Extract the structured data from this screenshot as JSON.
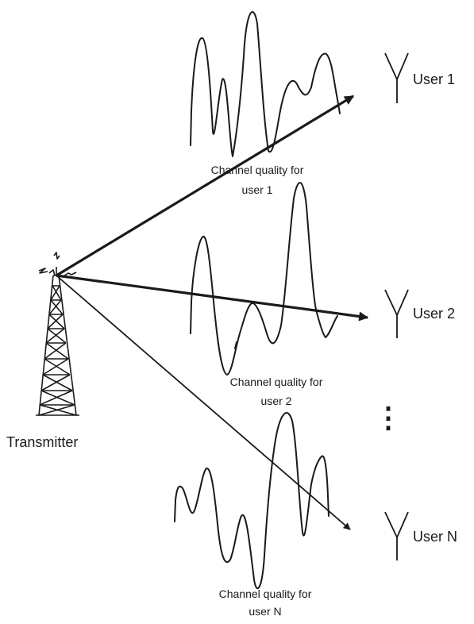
{
  "transmitter": {
    "label": "Transmitter"
  },
  "users": [
    {
      "label": "User 1",
      "caption_line1": "Channel quality for",
      "caption_line2": "user 1"
    },
    {
      "label": "User 2",
      "caption_line1": "Channel quality for",
      "caption_line2": "user 2"
    },
    {
      "label": "User N",
      "caption_line1": "Channel quality for",
      "caption_line2": "user N"
    }
  ],
  "ellipsis": "⋮",
  "colors": {
    "ink": "#1a1a1a",
    "background": "#ffffff"
  }
}
